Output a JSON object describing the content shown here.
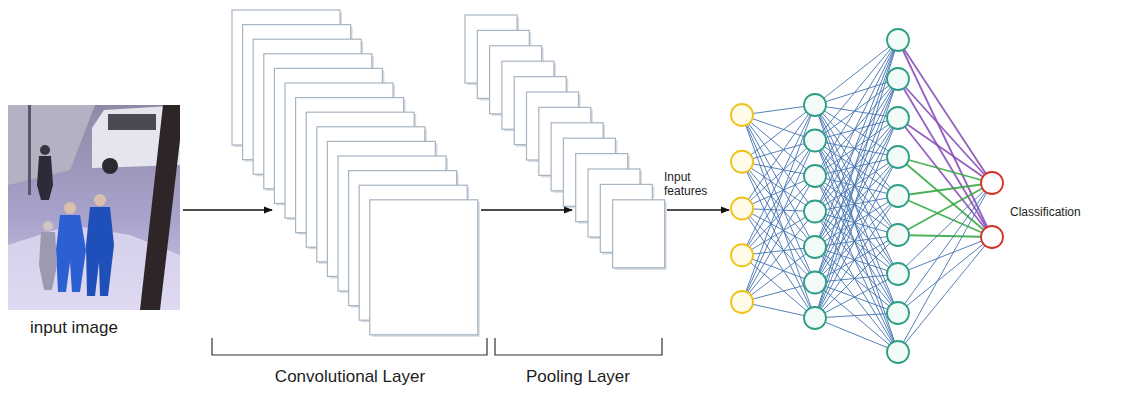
{
  "diagram": {
    "labels": [
      "input image",
      "Convolutional Layer",
      "Pooling Layer",
      "Input features",
      "Classification"
    ]
  }
}
